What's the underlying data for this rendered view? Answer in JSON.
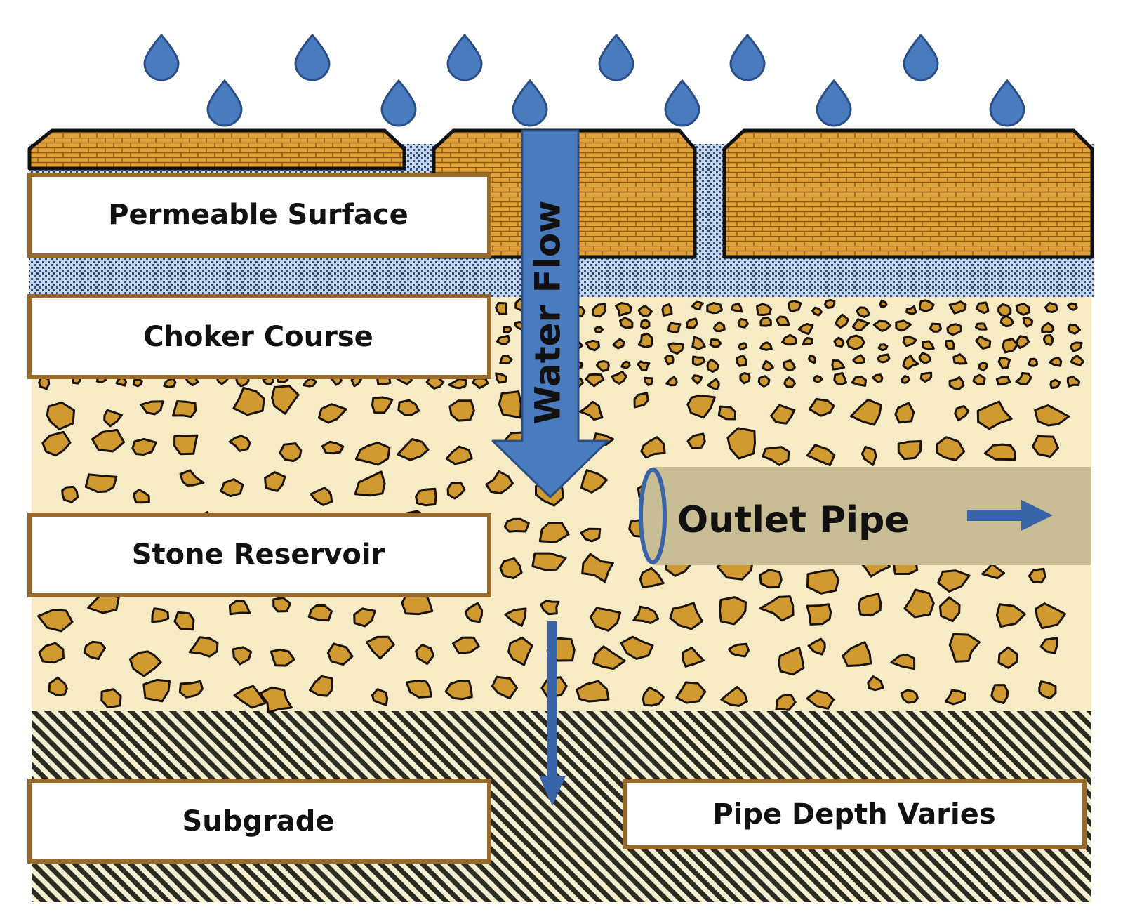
{
  "diagram": {
    "layers": [
      {
        "key": "surface",
        "label": "Permeable Surface"
      },
      {
        "key": "choker",
        "label": "Choker Course"
      },
      {
        "key": "reservoir",
        "label": "Stone Reservoir"
      },
      {
        "key": "subgrade",
        "label": "Subgrade"
      }
    ],
    "flow_label": "Water Flow",
    "pipe_label": "Outlet Pipe",
    "pipe_note": "Pipe Depth Varies"
  },
  "colors": {
    "water": "#4a7bbf",
    "stone": "#d09a30",
    "sand": "#f6ebc5",
    "pipe": "#c8bd95",
    "label_border": "#9a6a2a",
    "brick": "#c78a2c"
  }
}
